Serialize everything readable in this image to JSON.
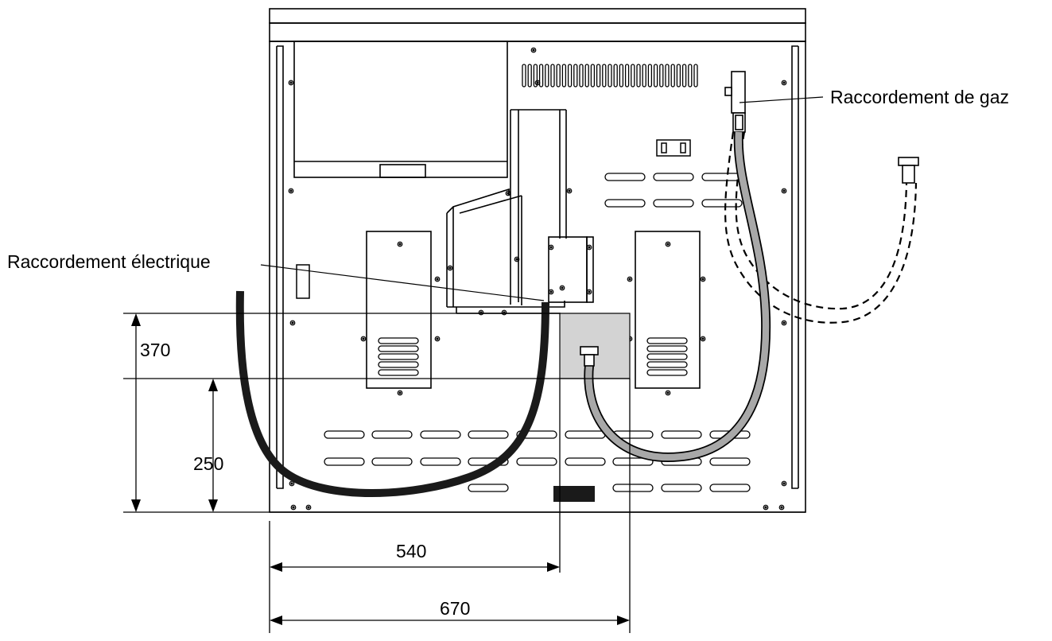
{
  "labels": {
    "gas_connection": "Raccordement de gaz",
    "electrical_connection": "Raccordement électrique"
  },
  "dimensions": {
    "height_total": "370",
    "height_lower": "250",
    "width_electric": "540",
    "width_gas": "670"
  },
  "colors": {
    "line": "#000000",
    "hose_black": "#1a1a1a",
    "hose_grey": "#a8a8a8",
    "zone_fill": "#d3d3d3"
  }
}
